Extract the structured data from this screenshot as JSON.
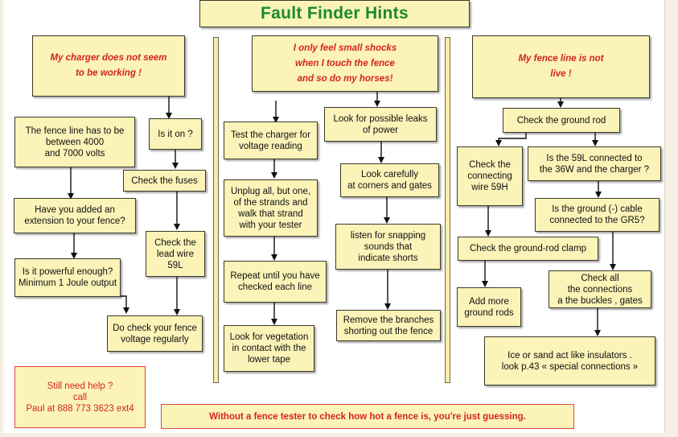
{
  "title": "Fault Finder Hints",
  "columns": {
    "charger": {
      "problem": "My charger does not seem\nto be working  !",
      "left": [
        "The fence line  has to be\nbetween 4000\nand 7000 volts",
        "Have you added an\nextension to your fence?",
        "Is it powerful enough?\nMinimum 1  Joule output"
      ],
      "right": [
        "Is it on ?",
        "Check the fuses",
        "Check the\nlead wire\n59L",
        "Do check your fence\nvoltage regularly"
      ]
    },
    "shocks": {
      "problem": "I only feel small shocks\nwhen  I touch the fence\nand so do my horses!",
      "left": [
        "Test the charger for\nvoltage reading",
        "Unplug all, but one,\nof the strands and\nwalk  that strand\nwith your tester",
        "Repeat until you have\nchecked each line",
        "Look for vegetation\nin contact with the\nlower tape"
      ],
      "right": [
        "Look for possible leaks\nof power",
        "Look carefully\nat corners and gates",
        "listen for snapping\nsounds that\nindicate shorts",
        "Remove the branches\nshorting out the fence"
      ]
    },
    "notlive": {
      "problem": "My fence  line is not\nlive !",
      "top": "Check  the ground rod",
      "left": [
        "Check the\nconnecting\nwire 59H",
        "Check the ground-rod clamp",
        "Add more\nground rods"
      ],
      "right": [
        "Is the 59L connected  to\nthe 36W and the charger ?",
        "Is the  ground (-)  cable\nconnected  to the GR5?",
        "Check all\nthe connections\na the buckles , gates",
        "Ice or sand act like insulators .\nlook p.43 « special connections »"
      ]
    }
  },
  "help": "Still need  help ?\ncall\nPaul at 888 773 3623 ext4",
  "footer": "Without a fence  tester  to check  how hot a fence is, you're just guessing."
}
